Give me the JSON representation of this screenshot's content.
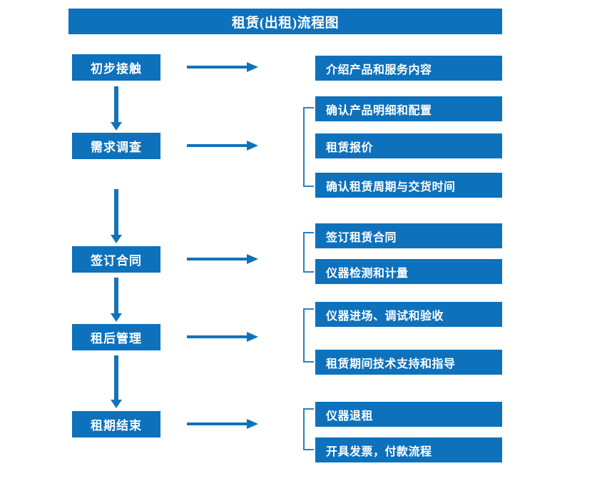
{
  "title": "租赁(出租)流程图",
  "colors": {
    "brand_blue": "#0D71BC",
    "arrow_blue": "#0E72BB",
    "bracket_blue": "#2E7FC0",
    "text_on_blue": "#FFFFFF",
    "background": "#FFFFFF"
  },
  "stages": [
    {
      "label": "初步接触"
    },
    {
      "label": "需求调查"
    },
    {
      "label": "签订合同"
    },
    {
      "label": "租后管理"
    },
    {
      "label": "租期结束"
    }
  ],
  "details": [
    {
      "label": "介绍产品和服务内容"
    },
    {
      "label": "确认产品明细和配置"
    },
    {
      "label": "租赁报价"
    },
    {
      "label": "确认租赁周期与交货时间"
    },
    {
      "label": "签订租赁合同"
    },
    {
      "label": "仪器检测和计量"
    },
    {
      "label": "仪器进场、调试和验收"
    },
    {
      "label": "租赁期间技术支持和指导"
    },
    {
      "label": "仪器退租"
    },
    {
      "label": "开具发票，付款流程"
    }
  ],
  "groups": [
    {
      "stage": "初步接触",
      "details": [
        "介绍产品和服务内容"
      ],
      "bracketed": false
    },
    {
      "stage": "需求调查",
      "details": [
        "确认产品明细和配置",
        "租赁报价",
        "确认租赁周期与交货时间"
      ],
      "bracketed": true
    },
    {
      "stage": "签订合同",
      "details": [
        "签订租赁合同",
        "仪器检测和计量"
      ],
      "bracketed": true
    },
    {
      "stage": "租后管理",
      "details": [
        "仪器进场、调试和验收",
        "租赁期间技术支持和指导"
      ],
      "bracketed": true
    },
    {
      "stage": "租期结束",
      "details": [
        "仪器退租",
        "开具发票，付款流程"
      ],
      "bracketed": true
    }
  ]
}
